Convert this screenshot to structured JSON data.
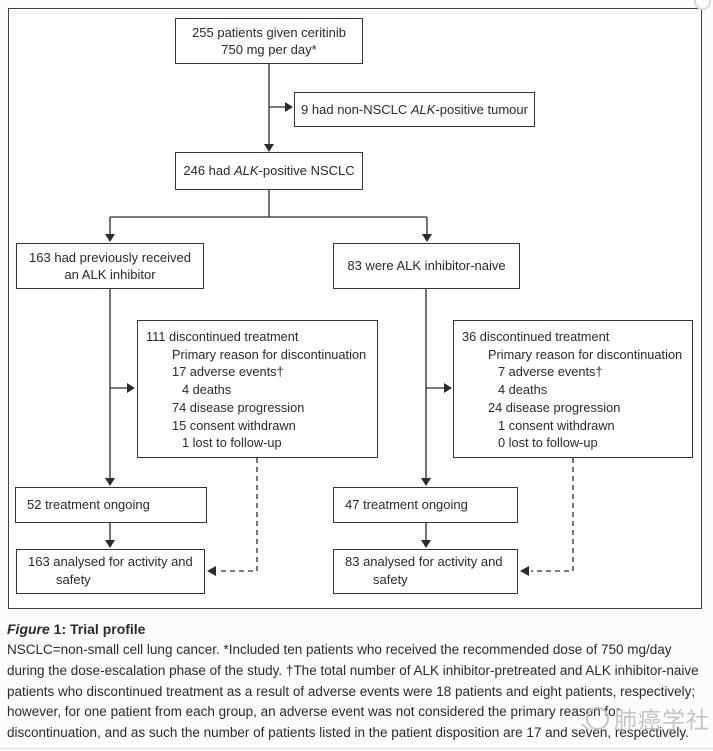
{
  "figure": {
    "boxes": {
      "enrolled": {
        "line1": "255 patients given ceritinib",
        "line2": "750 mg per day*"
      },
      "excluded": {
        "pre": "9 had non-NSCLC ",
        "gene": "ALK",
        "post": "-positive tumour"
      },
      "alk_positive": {
        "pre": "246 had ",
        "gene": "ALK",
        "post": "-positive NSCLC"
      },
      "pretreated": {
        "line1": "163 had previously received",
        "line2": "an ALK inhibitor"
      },
      "naive": {
        "label": "83 were ALK inhibitor-naive"
      },
      "pretreated_discontinued": {
        "lines": [
          {
            "t": "111 discontinued treatment",
            "cls": "dl0"
          },
          {
            "t": "Primary reason for discontinuation",
            "cls": "dl1"
          },
          {
            "t": "17 adverse events†",
            "cls": "dl1"
          },
          {
            "t": "4 deaths",
            "cls": "dl2"
          },
          {
            "t": "74 disease progression",
            "cls": "dl1"
          },
          {
            "t": "15 consent withdrawn",
            "cls": "dl1"
          },
          {
            "t": "1 lost to follow-up",
            "cls": "dl2"
          }
        ]
      },
      "naive_discontinued": {
        "lines": [
          {
            "t": "36 discontinued treatment",
            "cls": "dl0"
          },
          {
            "t": "Primary reason for discontinuation",
            "cls": "dl1"
          },
          {
            "t": "7 adverse events†",
            "cls": "dl2"
          },
          {
            "t": "4 deaths",
            "cls": "dl2"
          },
          {
            "t": "24 disease progression",
            "cls": "dl1"
          },
          {
            "t": "1 consent withdrawn",
            "cls": "dl2"
          },
          {
            "t": "0 lost to follow-up",
            "cls": "dl2"
          }
        ]
      },
      "pretreated_ongoing": {
        "label": "52 treatment ongoing"
      },
      "naive_ongoing": {
        "label": "47 treatment ongoing"
      },
      "pretreated_analysed": {
        "lines": [
          {
            "t": "163 analysed for activity and",
            "cls": "al0"
          },
          {
            "t": "safety",
            "cls": "al1"
          }
        ]
      },
      "naive_analysed": {
        "lines": [
          {
            "t": "83 analysed for activity and",
            "cls": "al0"
          },
          {
            "t": "safety",
            "cls": "al1"
          }
        ]
      }
    }
  },
  "caption": {
    "figure_word": "Figure",
    "title_rest": " 1: Trial profile",
    "body": "NSCLC=non-small cell lung cancer. *Included ten patients who received the recommended dose of 750 mg/day during the dose-escalation phase of the study. †The total number of ALK inhibitor-pretreated and ALK inhibitor-naive patients who discontinued treatment as a result of adverse events were 18 patients and eight patients, respectively; however, for one patient from each group, an adverse event was not considered the primary reason for discontinuation, and as such the number of patients listed in the patient disposition are 17 and seven, respectively."
  },
  "watermark": {
    "text": "肺癌学社"
  },
  "colors": {
    "line": "#2f2a2e",
    "panel_border": "#453b41",
    "watermark": "#c7c3c6"
  }
}
